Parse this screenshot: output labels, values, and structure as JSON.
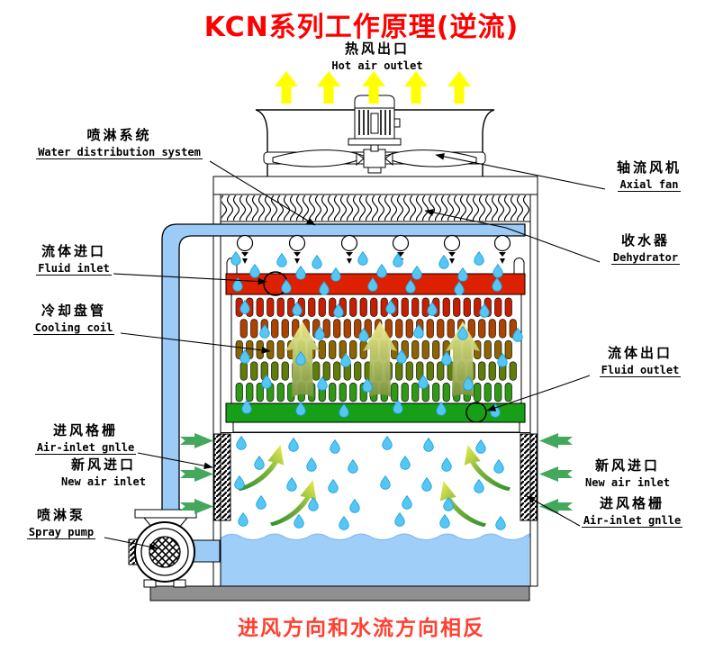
{
  "title": "KCN系列工作原理(逆流)",
  "caption": "进风方向和水流方向相反",
  "labels": {
    "hot_air_outlet": {
      "zh": "热风出口",
      "en": "Hot air outlet"
    },
    "water_distribution": {
      "zh": "喷淋系统",
      "en": "Water distribution system"
    },
    "axial_fan": {
      "zh": "轴流风机",
      "en": "Axial fan"
    },
    "dehydrator": {
      "zh": "收水器",
      "en": "Dehydrator"
    },
    "fluid_inlet": {
      "zh": "流体进口",
      "en": "Fluid inlet"
    },
    "cooling_coil": {
      "zh": "冷却盘管",
      "en": "Cooling coil"
    },
    "fluid_outlet": {
      "zh": "流体出口",
      "en": "Fluid outlet"
    },
    "air_inlet_grille_left": {
      "zh": "进风格栅",
      "en": "Air-inlet gnlle"
    },
    "new_air_inlet_left": {
      "zh": "新风进口",
      "en": "New air inlet"
    },
    "spray_pump": {
      "zh": "喷淋泵",
      "en": "Spray pump"
    },
    "new_air_inlet_right": {
      "zh": "新风进口",
      "en": "New air inlet"
    },
    "air_inlet_grille_right": {
      "zh": "进风格栅",
      "en": "Air-inlet gnlle"
    }
  },
  "colors": {
    "title_red": "#FF0000",
    "caption_red": "#FF4030",
    "pipe_blue": "#9CCBF7",
    "basin_water": "#9FCEF8",
    "droplet_blue": "#58C6F5",
    "hot_header_red": "#DD2000",
    "cold_header_green": "#17A017",
    "hot_arrow_yellow": "#FFFF00",
    "air_arrow_green": "#44A85C",
    "base_gray": "#909090"
  }
}
